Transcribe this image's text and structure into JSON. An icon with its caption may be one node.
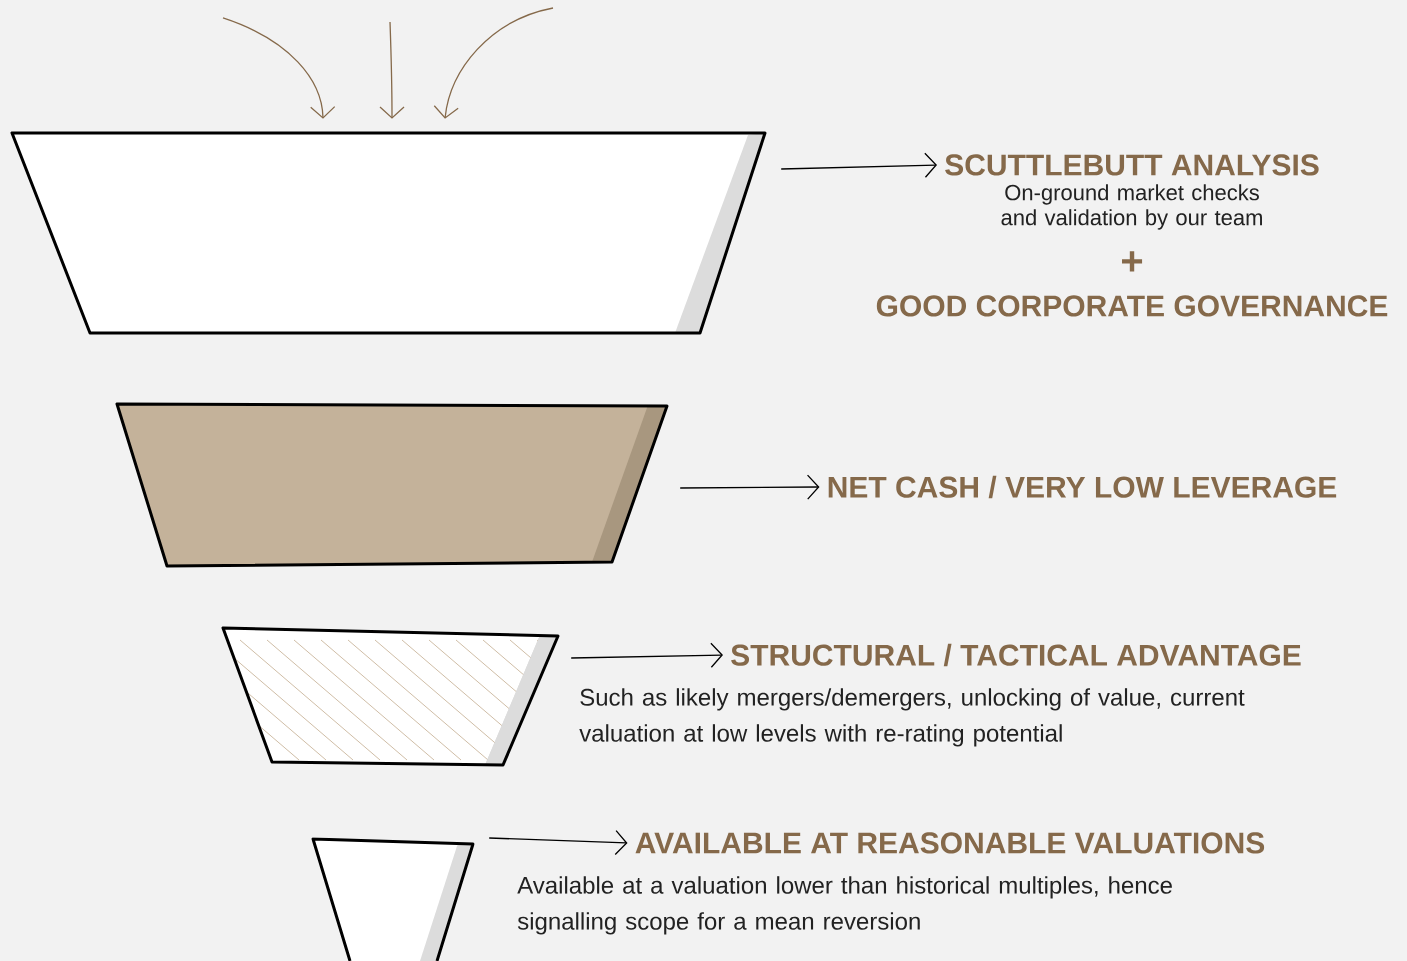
{
  "diagram": {
    "nodes": [
      {
        "text": [],
        "shape": "trapezoid"
      },
      {
        "text": [
          "SCUTTLEBUTT ANALYSIS"
        ]
      },
      {
        "text": [],
        "shape": "trapezoid"
      },
      {
        "text": [
          "NET CASH / VERY LOW LEVERAGE"
        ]
      },
      {
        "text": [],
        "shape": "trapezoid"
      },
      {
        "text": [
          "STRUCTURAL / TACTICAL ADVANTAGE"
        ]
      },
      {
        "text": [],
        "shape": "trapezoid"
      },
      {
        "text": [
          "AVAILABLE AT REASONABLE VALUATIONS"
        ]
      }
    ],
    "edges": [
      {
        "from": null,
        "to": 0,
        "arrow": "to",
        "color": "#85694a"
      },
      {
        "from": null,
        "to": 0,
        "arrow": "to",
        "color": "#85694a"
      },
      {
        "from": null,
        "to": 0,
        "arrow": "to",
        "color": "#85694a"
      },
      {
        "from": 0,
        "to": 1,
        "arrow": "to"
      },
      {
        "from": 2,
        "to": 3,
        "arrow": "to"
      },
      {
        "from": 4,
        "to": 5,
        "arrow": "to"
      },
      {
        "from": 6,
        "to": 7,
        "arrow": "to"
      }
    ],
    "labels": [
      "On-ground market checks and validation by our team",
      "+",
      "GOOD CORPORATE GOVERNANCE",
      "Such as likely mergers/demergers, unlocking of value, current valuation at low levels with re-rating potential",
      "Available at a valuation lower than historical multiples, hence signalling scope for a mean reversion"
    ]
  }
}
